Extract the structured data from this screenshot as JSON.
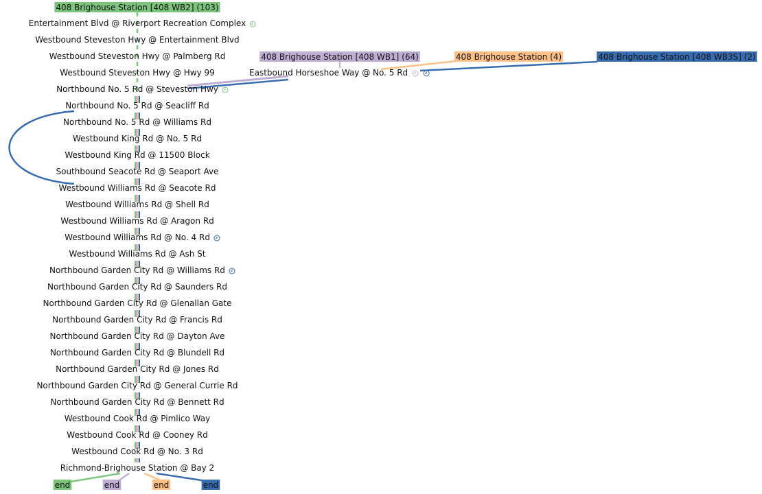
{
  "colors": {
    "green": "#7dc47d",
    "purple": "#beaed4",
    "orange": "#fdc086",
    "blue": "#386cb0",
    "text": "#111111",
    "clock_green": "#7dc47d",
    "clock_lavender": "#beaed4",
    "clock_blue": "#386cb0"
  },
  "routes": [
    {
      "id": "wb2",
      "label": "408 Brighouse Station [408 WB2] (103)",
      "color": "green"
    },
    {
      "id": "wb1",
      "label": "408 Brighouse Station [408 WB1] (64)",
      "color": "purple"
    },
    {
      "id": "wb0",
      "label": "408 Brighouse Station (4)",
      "color": "orange"
    },
    {
      "id": "wb3s",
      "label": "408 Brighouse Station [408 WB3S] (2)",
      "color": "blue"
    }
  ],
  "stops": [
    {
      "label": "Entertainment Blvd @ Riverport Recreation Complex",
      "icon": "clock-icon",
      "icon_color": "clock_green"
    },
    {
      "label": "Westbound Steveston Hwy @ Entertainment Blvd"
    },
    {
      "label": "Westbound Steveston Hwy @ Palmberg Rd"
    },
    {
      "label": "Westbound Steveston Hwy @ Hwy 99"
    },
    {
      "label": "Northbound No. 5 Rd @ Steveston Hwy",
      "icon": "clock-icon",
      "icon_color": "clock_green"
    },
    {
      "label": "Northbound No. 5 Rd @ Seacliff Rd"
    },
    {
      "label": "Northbound No. 5 Rd @ Williams Rd"
    },
    {
      "label": "Westbound King Rd @ No. 5 Rd"
    },
    {
      "label": "Westbound King Rd @ 11500 Block"
    },
    {
      "label": "Southbound Seacote Rd @ Seaport Ave"
    },
    {
      "label": "Westbound Williams Rd @ Seacote Rd"
    },
    {
      "label": "Westbound Williams Rd @ Shell Rd"
    },
    {
      "label": "Westbound Williams Rd @ Aragon Rd"
    },
    {
      "label": "Westbound Williams Rd @ No. 4 Rd",
      "icon": "clock-icon",
      "icon_color": "clock_blue"
    },
    {
      "label": "Westbound Williams Rd @ Ash St"
    },
    {
      "label": "Northbound Garden City Rd @ Williams Rd",
      "icon": "clock-icon",
      "icon_color": "clock_blue"
    },
    {
      "label": "Northbound Garden City Rd @ Saunders Rd"
    },
    {
      "label": "Northbound Garden City Rd @ Glenallan Gate"
    },
    {
      "label": "Northbound Garden City Rd @ Francis Rd"
    },
    {
      "label": "Northbound Garden City Rd @ Dayton Ave"
    },
    {
      "label": "Northbound Garden City Rd @ Blundell Rd"
    },
    {
      "label": "Northbound Garden City Rd @ Jones Rd"
    },
    {
      "label": "Northbound Garden City Rd @ General Currie Rd"
    },
    {
      "label": "Northbound Garden City Rd @ Bennett Rd"
    },
    {
      "label": "Westbound Cook Rd @ Pimlico Way"
    },
    {
      "label": "Westbound Cook Rd @ Cooney Rd"
    },
    {
      "label": "Westbound Cook Rd @ No. 3 Rd"
    },
    {
      "label": "Richmond-Brighouse Station @ Bay 2"
    }
  ],
  "side_stop": {
    "label": "Eastbound Horseshoe Way @ No. 5 Rd",
    "icons": [
      {
        "icon": "clock-icon",
        "icon_color": "clock_lavender"
      },
      {
        "icon": "clock-icon",
        "icon_color": "clock_blue"
      }
    ]
  },
  "ends": [
    {
      "label": "end",
      "color": "green"
    },
    {
      "label": "end",
      "color": "purple"
    },
    {
      "label": "end",
      "color": "orange"
    },
    {
      "label": "end",
      "color": "blue"
    }
  ]
}
